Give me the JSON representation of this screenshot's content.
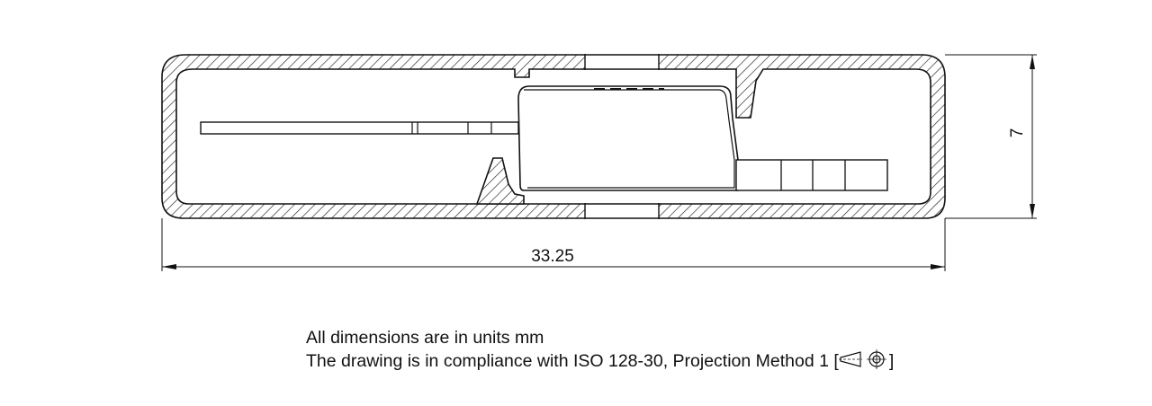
{
  "drawing": {
    "width_dimension": "33.25",
    "height_dimension": "7"
  },
  "notes": {
    "units_note": "All dimensions are in units mm",
    "compliance_note": "The drawing is in compliance with ISO 128-30, Projection Method 1 [",
    "compliance_note_end": "]"
  }
}
